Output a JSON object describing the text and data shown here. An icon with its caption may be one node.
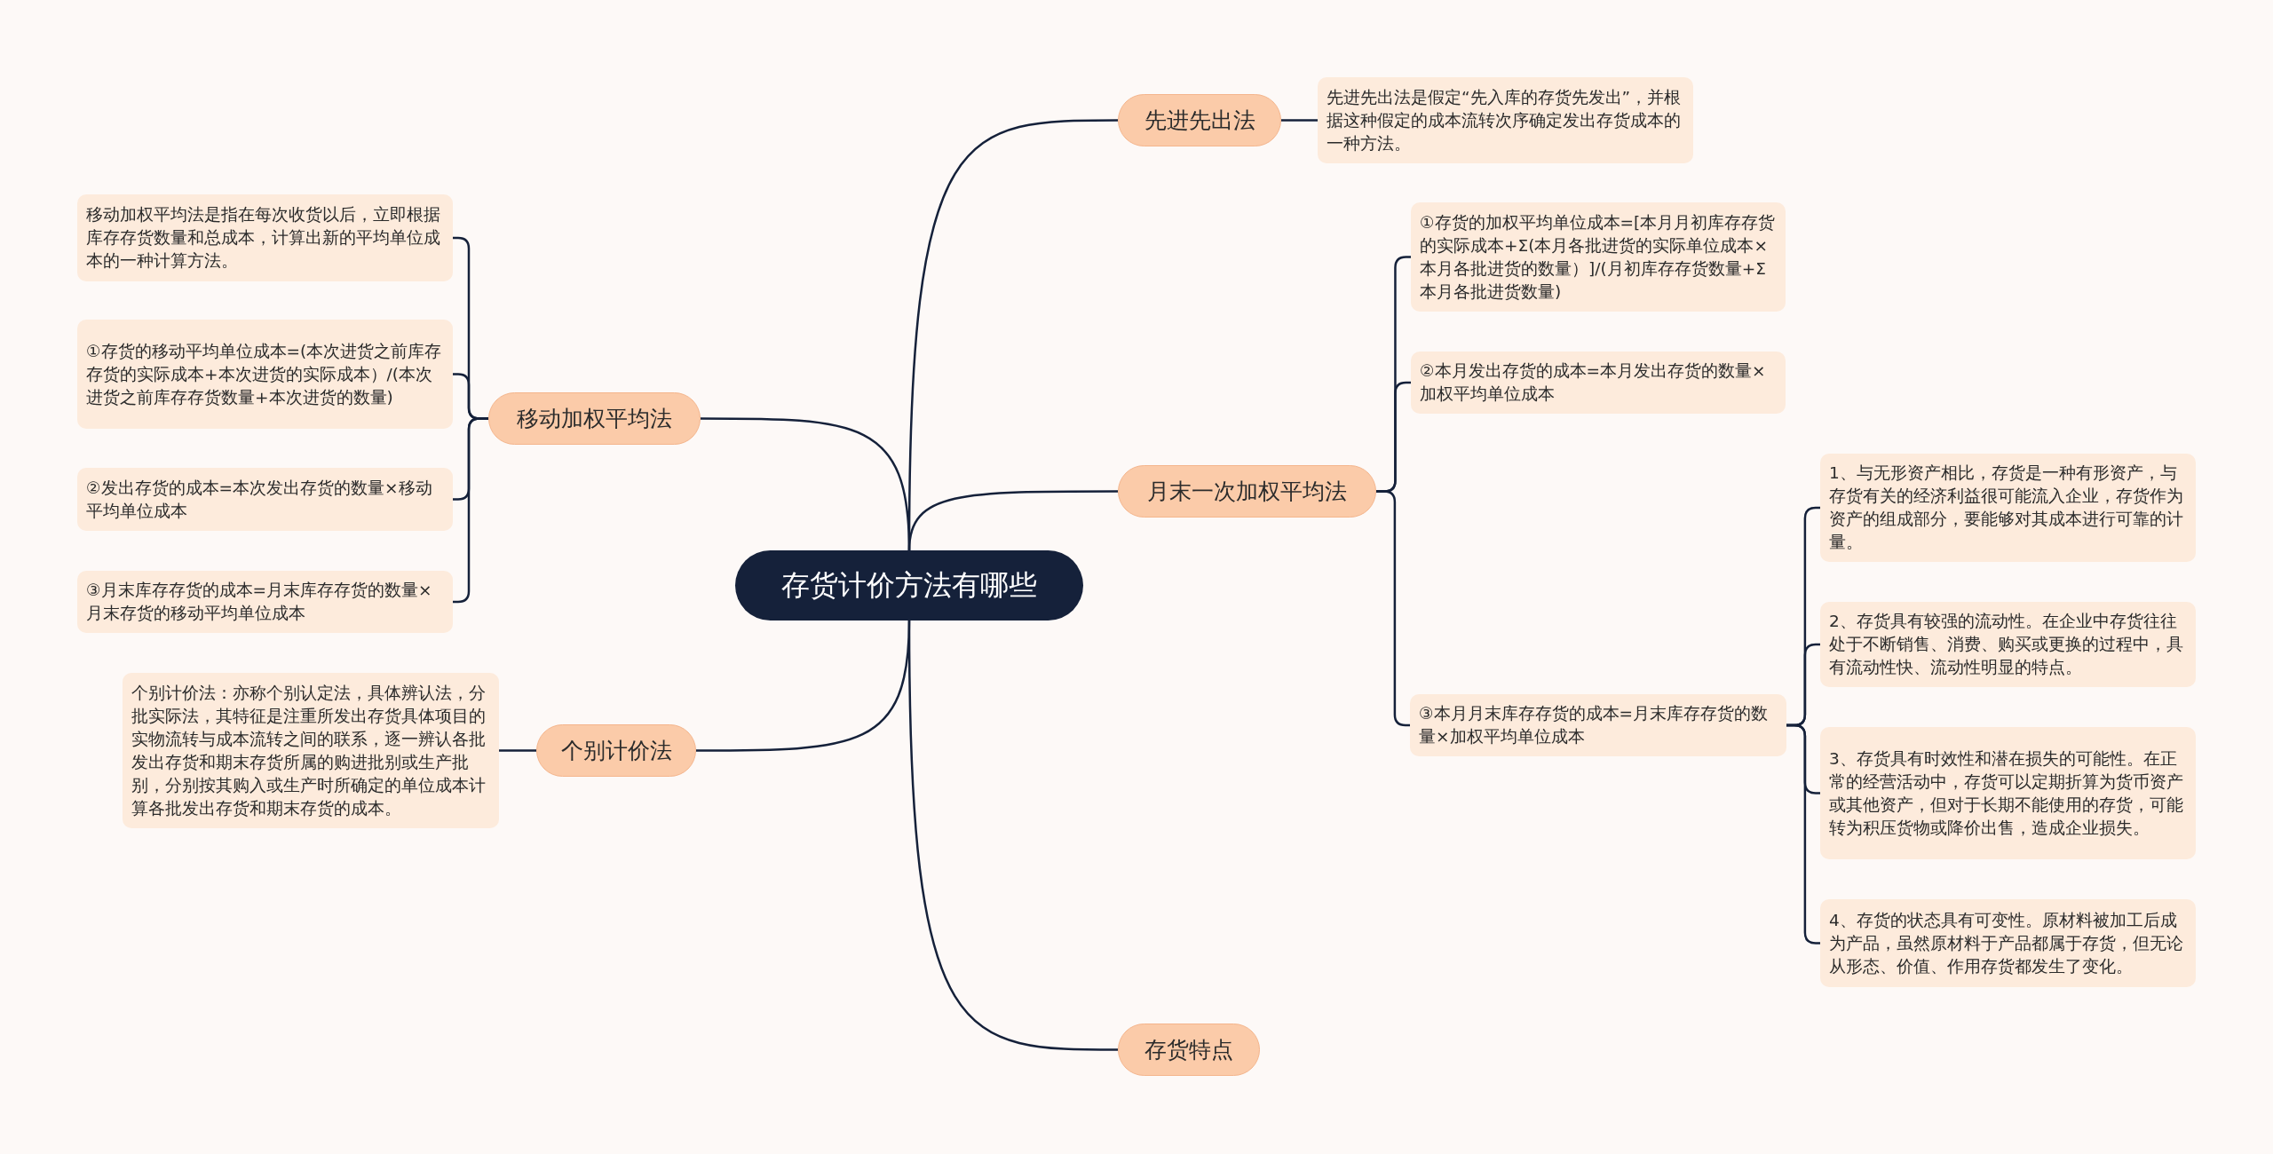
{
  "diagram": {
    "nodes": [
      {
        "text": [
          "存货计价方法有哪些"
        ]
      },
      {
        "text": [
          "先进先出法"
        ]
      },
      {
        "text": [
          "先进先出法是假定“先入库的存货先发出”，并根据这种假定的成本流转次序确定发出存货成本的一种方法。"
        ]
      },
      {
        "text": [
          "月末一次加权平均法"
        ]
      },
      {
        "text": [
          "①存货的加权平均单位成本=[本月月初库存存货的实际成本+Σ(本月各批进货的实际单位成本×本月各批进货的数量）]/(月初库存存货数量+Σ本月各批进货数量)"
        ]
      },
      {
        "text": [
          "②本月发出存货的成本=本月发出存货的数量×加权平均单位成本"
        ]
      },
      {
        "text": [
          "③本月月末库存存货的成本=月末库存存货的数量×加权平均单位成本"
        ]
      },
      {
        "text": [
          "1、与无形资产相比，存货是一种有形资产，与存货有关的经济利益很可能流入企业，存货作为资产的组成部分，要能够对其成本进行可靠的计量。"
        ]
      },
      {
        "text": [
          "2、存货具有较强的流动性。在企业中存货往往处于不断销售、消费、购买或更换的过程中，具有流动性快、流动性明显的特点。"
        ]
      },
      {
        "text": [
          "3、存货具有时效性和潜在损失的可能性。在正常的经营活动中，存货可以定期折算为货币资产或其他资产，但对于长期不能使用的存货，可能转为积压货物或降价出售，造成企业损失。"
        ]
      },
      {
        "text": [
          "4、存货的状态具有可变性。原材料被加工后成为产品，虽然原材料于产品都属于存货，但无论从形态、价值、作用存货都发生了变化。"
        ]
      },
      {
        "text": [
          "存货特点"
        ]
      },
      {
        "text": [
          "移动加权平均法"
        ]
      },
      {
        "text": [
          "移动加权平均法是指在每次收货以后，立即根据库存存货数量和总成本，计算出新的平均单位成本的一种计算方法。"
        ]
      },
      {
        "text": [
          "①存货的移动平均单位成本=(本次进货之前库存存货的实际成本+本次进货的实际成本）/(本次进货之前库存存货数量+本次进货的数量)"
        ]
      },
      {
        "text": [
          "②发出存货的成本=本次发出存货的数量×移动平均单位成本"
        ]
      },
      {
        "text": [
          "③月末库存存货的成本=月末库存存货的数量×月末存货的移动平均单位成本"
        ]
      },
      {
        "text": [
          "个别计价法"
        ]
      },
      {
        "text": [
          "个别计价法：亦称个别认定法，具体辨认法，分批实际法，其特征是注重所发出存货具体项目的实物流转与成本流转之间的联系，逐一辨认各批发出存货和期末存货所属的购进批别或生产批别，分别按其购入或生产时所确定的单位成本计算各批发出存货和期末存货的成本。"
        ]
      }
    ],
    "edges": [
      {
        "from": 0,
        "to": 1,
        "arrow": "none"
      },
      {
        "from": 1,
        "to": 2,
        "arrow": "none"
      },
      {
        "from": 0,
        "to": 3,
        "arrow": "none"
      },
      {
        "from": 3,
        "to": 4,
        "arrow": "none"
      },
      {
        "from": 3,
        "to": 5,
        "arrow": "none"
      },
      {
        "from": 3,
        "to": 6,
        "arrow": "none"
      },
      {
        "from": 6,
        "to": 7,
        "arrow": "none"
      },
      {
        "from": 6,
        "to": 8,
        "arrow": "none"
      },
      {
        "from": 6,
        "to": 9,
        "arrow": "none"
      },
      {
        "from": 6,
        "to": 10,
        "arrow": "none"
      },
      {
        "from": 0,
        "to": 11,
        "arrow": "none"
      },
      {
        "from": 0,
        "to": 12,
        "arrow": "none"
      },
      {
        "from": 12,
        "to": 13,
        "arrow": "none"
      },
      {
        "from": 12,
        "to": 14,
        "arrow": "none"
      },
      {
        "from": 12,
        "to": 15,
        "arrow": "none"
      },
      {
        "from": 12,
        "to": 16,
        "arrow": "none"
      },
      {
        "from": 0,
        "to": 17,
        "arrow": "none"
      },
      {
        "from": 17,
        "to": 18,
        "arrow": "none"
      }
    ]
  }
}
